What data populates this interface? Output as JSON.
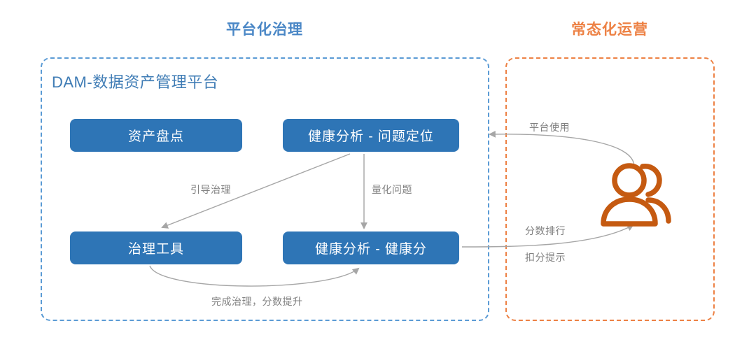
{
  "diagram": {
    "title_platform": "平台化治理",
    "title_operation": "常态化运营",
    "platform_panel_heading": "DAM-数据资产管理平台",
    "nodes": [
      {
        "id": "asset-inventory",
        "label": "资产盘点"
      },
      {
        "id": "health-issue",
        "label": "健康分析 - 问题定位"
      },
      {
        "id": "gov-tools",
        "label": "治理工具"
      },
      {
        "id": "health-score",
        "label": "健康分析 - 健康分"
      }
    ],
    "edge_labels": {
      "guide_governance": "引导治理",
      "quantify_issue": "量化问题",
      "finish_governance": "完成治理，分数提升",
      "platform_use": "平台使用",
      "score_ranking": "分数排行",
      "deduction_tip": "扣分提示"
    },
    "icons": {
      "users": "users-icon"
    },
    "colors": {
      "node_fill": "#2e75b6",
      "platform_blue": "#5b9bd5",
      "platform_title_blue": "#4a87c6",
      "operation_orange": "#ed8144",
      "users_icon_orange": "#c55a11",
      "connector_gray": "#a6a6a6",
      "label_gray": "#808080"
    }
  }
}
